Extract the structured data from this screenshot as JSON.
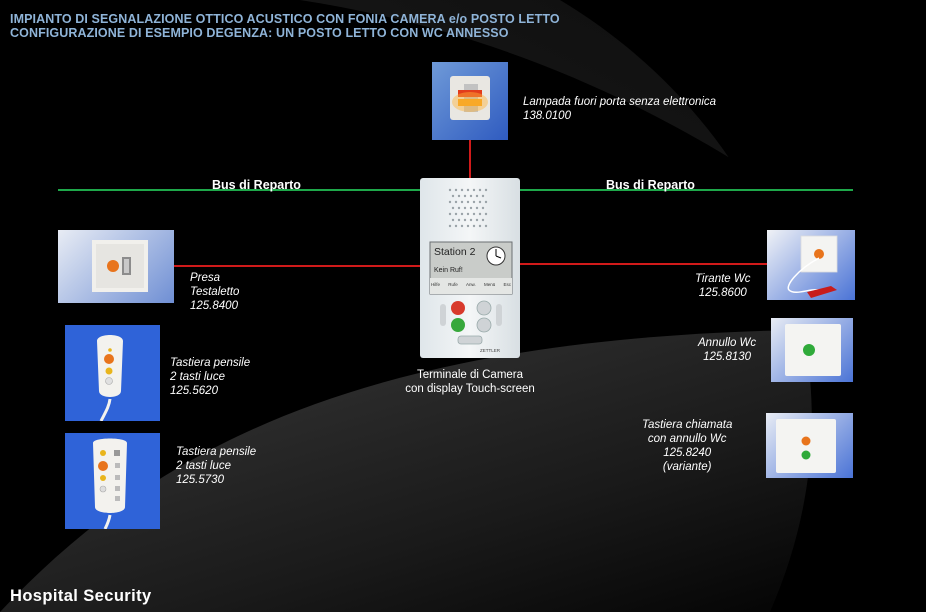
{
  "title": {
    "line1": "IMPIANTO DI SEGNALAZIONE OTTICO ACUSTICO CON FONIA  CAMERA e/o POSTO LETTO",
    "line2": "CONFIGURAZIONE DI ESEMPIO DEGENZA:  UN POSTO LETTO CON  WC ANNESSO"
  },
  "bus": {
    "left_label": "Bus di Reparto",
    "right_label": "Bus di Reparto"
  },
  "lamp": {
    "line1": "Lampada fuori porta  senza  elettronica",
    "line2": "138.0100"
  },
  "terminal": {
    "line1": "Terminale di Camera",
    "line2": "con display Touch-screen",
    "screen_title": "Station 2",
    "screen_subtitle": "Kein Ruf!",
    "soft_keys": [
      "Hilfe",
      "Rufe",
      "Anw.",
      "Menü",
      "Esc"
    ],
    "brand": "ZETTLER"
  },
  "presa": {
    "line1": "Presa",
    "line2": "Testaletto",
    "line3": "125.8400"
  },
  "pendant1": {
    "line1": "Tastiera pensile",
    "line2": "2 tasti luce",
    "line3": "125.5620"
  },
  "pendant2": {
    "line1": "Tastiera pensile",
    "line2": "2 tasti luce",
    "line3": "125.5730"
  },
  "tirante": {
    "line1": "Tirante Wc",
    "line2": "125.8600"
  },
  "annullo": {
    "line1": "Annullo Wc",
    "line2": "125.8130"
  },
  "tastiera_chiamata": {
    "line1": "Tastiera chiamata",
    "line2": "con annullo Wc",
    "line3": "125.8240",
    "line4": "(variante)"
  },
  "footer": "Hospital Security",
  "colors": {
    "bus_line": "#1ea84a",
    "link_line": "#d11a1a",
    "title_text": "#8fb4d8",
    "device_bg": "#2f63d8",
    "call_button": "#e8741c",
    "cancel_button": "#2faa3a"
  }
}
